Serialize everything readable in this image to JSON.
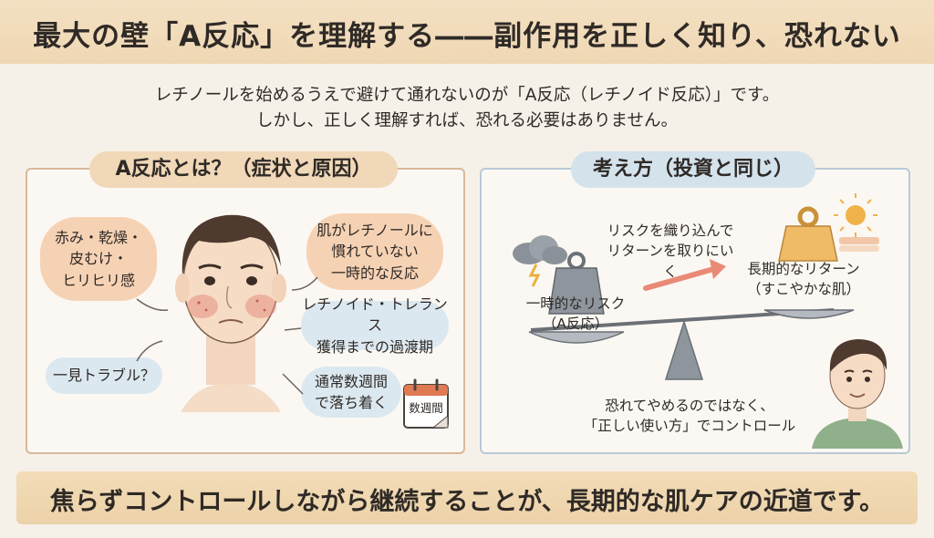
{
  "title": "最大の壁「A反応」を理解する――副作用を正しく知り、恐れない",
  "intro": {
    "line1": "レチノールを始めるうえで避けて通れないのが「A反応（レチノイド反応）」です。",
    "line2": "しかし、正しく理解すれば、恐れる必要はありません。"
  },
  "left_panel": {
    "title": "A反応とは？（症状と原因）",
    "symptoms": [
      "赤み・乾燥・",
      "皮むけ・",
      "ヒリヒリ感"
    ],
    "cause": [
      "肌がレチノールに",
      "慣れていない",
      "一時的な反応"
    ],
    "trouble": "一見トラブル？",
    "tolerance": [
      "レチノイド・トレランス",
      "獲得までの過渡期"
    ],
    "settle": [
      "通常数週間",
      "で落ち着く"
    ],
    "calendar_text": "数週間"
  },
  "right_panel": {
    "title": "考え方（投資と同じ）",
    "arrow_caption": [
      "リスクを織り込んで",
      "リターンを取りにいく"
    ],
    "risk_label": [
      "一時的なリスク",
      "（A反応）"
    ],
    "return_label": [
      "長期的なリターン",
      "（すこやかな肌）"
    ],
    "control": [
      "恐れてやめるのではなく、",
      "「正しい使い方」でコントロール"
    ]
  },
  "conclusion": "焦らずコントロールしながら継続することが、長期的な肌ケアの近道です。",
  "colors": {
    "band": "#efd7b4",
    "peach_bubble": "#f6d2b4",
    "blue_bubble": "#dce8f0",
    "left_border": "#d9b89a",
    "right_border": "#b9c9d6"
  }
}
